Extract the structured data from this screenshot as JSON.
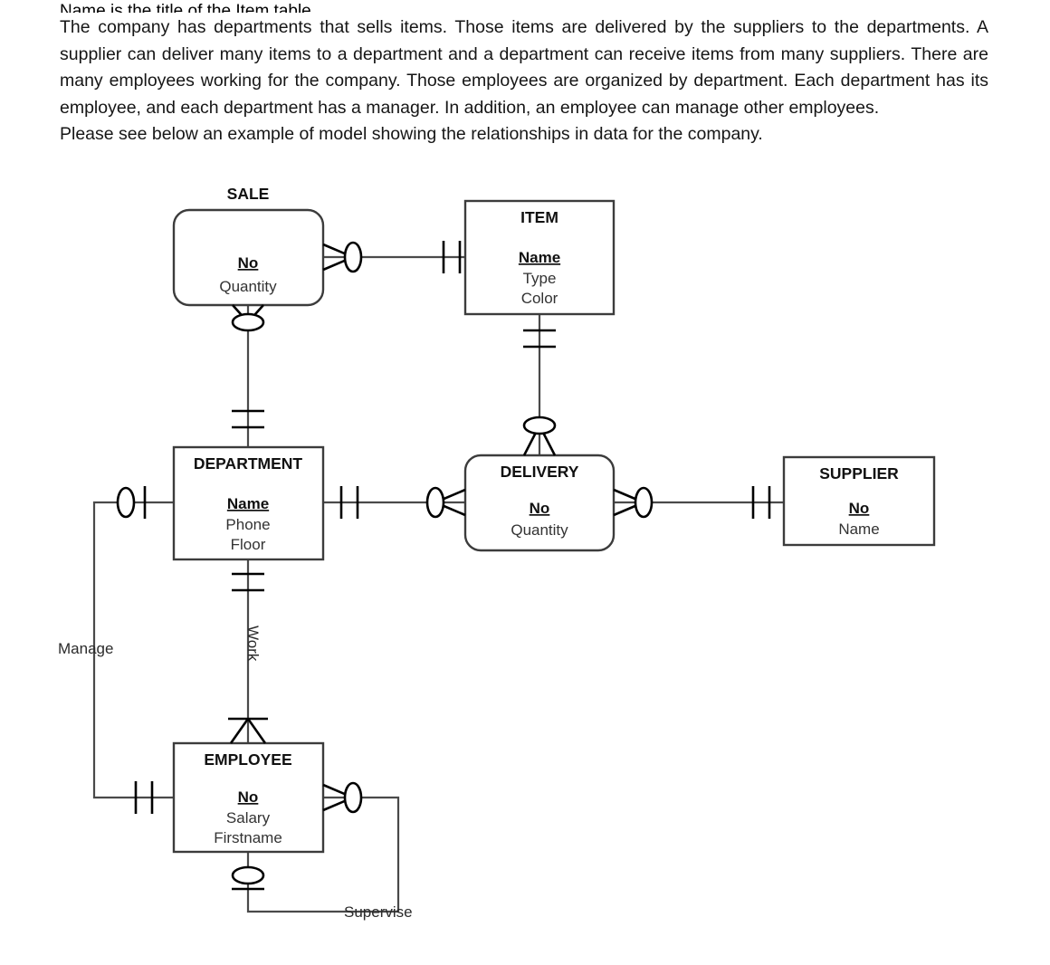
{
  "document": {
    "clipped_top_line": {
      "red_word": "Name",
      "rest": " is the title of the Item table."
    },
    "paragraphs": [
      "The company has departments that sells items. Those items are delivered by the suppliers to the departments. A supplier can deliver many items to a department and a department can receive items from many suppliers. There are many employees working for the company. Those employees are organized by department. Each department has its employee, and each department has a manager. In addition, an employee can manage other employees.",
      "Please see below an example of model showing the relationships in data for the company."
    ]
  },
  "diagram": {
    "type": "entity-relationship",
    "notation": "crows-foot",
    "entities": [
      {
        "id": "sale",
        "name": "SALE",
        "shape": "rounded",
        "key_attributes": [
          "No"
        ],
        "attributes": [
          "Quantity"
        ]
      },
      {
        "id": "item",
        "name": "ITEM",
        "shape": "rectangle",
        "key_attributes": [
          "Name"
        ],
        "attributes": [
          "Type",
          "Color"
        ]
      },
      {
        "id": "department",
        "name": "DEPARTMENT",
        "shape": "rectangle",
        "key_attributes": [
          "Name"
        ],
        "attributes": [
          "Phone",
          "Floor"
        ]
      },
      {
        "id": "delivery",
        "name": "DELIVERY",
        "shape": "rounded",
        "key_attributes": [
          "No"
        ],
        "attributes": [
          "Quantity"
        ]
      },
      {
        "id": "supplier",
        "name": "SUPPLIER",
        "shape": "rectangle",
        "key_attributes": [
          "No"
        ],
        "attributes": [
          "Name"
        ]
      },
      {
        "id": "employee",
        "name": "EMPLOYEE",
        "shape": "rectangle",
        "key_attributes": [
          "No"
        ],
        "attributes": [
          "Salary",
          "Firstname"
        ]
      }
    ],
    "relationships": [
      {
        "id": "sale-item",
        "from": "sale",
        "to": "item",
        "from_cardinality": "zero-or-many",
        "to_cardinality": "exactly-one",
        "label": ""
      },
      {
        "id": "sale-department",
        "from": "sale",
        "to": "department",
        "from_cardinality": "zero-or-many",
        "to_cardinality": "exactly-one",
        "label": ""
      },
      {
        "id": "item-delivery",
        "from": "item",
        "to": "delivery",
        "from_cardinality": "exactly-one",
        "to_cardinality": "zero-or-many",
        "label": ""
      },
      {
        "id": "department-delivery",
        "from": "department",
        "to": "delivery",
        "from_cardinality": "exactly-one",
        "to_cardinality": "zero-or-many",
        "label": ""
      },
      {
        "id": "delivery-supplier",
        "from": "delivery",
        "to": "supplier",
        "from_cardinality": "zero-or-many",
        "to_cardinality": "exactly-one",
        "label": ""
      },
      {
        "id": "department-employee-work",
        "from": "department",
        "to": "employee",
        "from_cardinality": "exactly-one",
        "to_cardinality": "one-or-many",
        "label": "Work"
      },
      {
        "id": "department-employee-manage",
        "from": "department",
        "to": "employee",
        "from_cardinality": "zero-or-one",
        "to_cardinality": "exactly-one",
        "label": "Manage"
      },
      {
        "id": "employee-supervise",
        "from": "employee",
        "to": "employee",
        "from_cardinality": "zero-or-many",
        "to_cardinality": "zero-or-one",
        "label": "Supervise"
      }
    ],
    "labels": {
      "manage": "Manage",
      "work": "Work",
      "supervise": "Supervise"
    }
  },
  "colors": {
    "box_stroke": "#3c3c3c",
    "line": "#4a4a4a",
    "notation": "#000000",
    "text": "#111111",
    "attr_text": "#333333",
    "spell_error": "#e03a28",
    "background": "#ffffff"
  }
}
